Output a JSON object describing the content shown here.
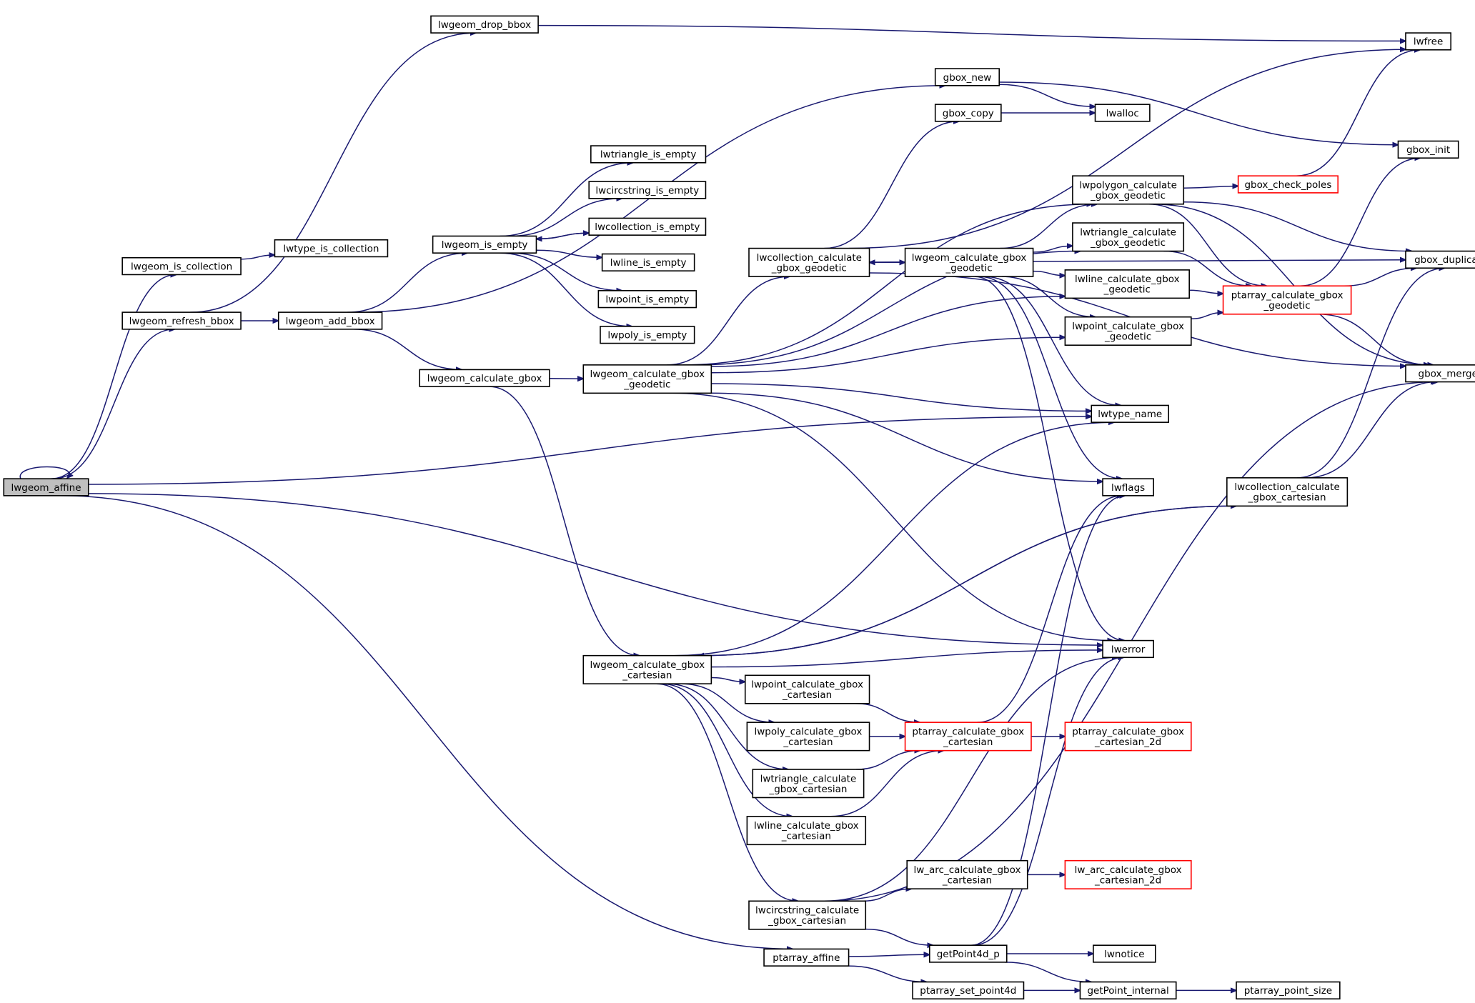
{
  "graph": {
    "nodes": [
      {
        "id": "lwgeom_affine",
        "lines": [
          "lwgeom_affine"
        ],
        "style": "root"
      },
      {
        "id": "lwgeom_drop_bbox",
        "lines": [
          "lwgeom_drop_bbox"
        ]
      },
      {
        "id": "lwfree",
        "lines": [
          "lwfree"
        ]
      },
      {
        "id": "gbox_new",
        "lines": [
          "gbox_new"
        ]
      },
      {
        "id": "lwalloc",
        "lines": [
          "lwalloc"
        ]
      },
      {
        "id": "gbox_copy",
        "lines": [
          "gbox_copy"
        ]
      },
      {
        "id": "gbox_init",
        "lines": [
          "gbox_init"
        ]
      },
      {
        "id": "lwtriangle_is_empty",
        "lines": [
          "lwtriangle_is_empty"
        ]
      },
      {
        "id": "lwcircstring_is_empty",
        "lines": [
          "lwcircstring_is_empty"
        ]
      },
      {
        "id": "lwcollection_is_empty",
        "lines": [
          "lwcollection_is_empty"
        ]
      },
      {
        "id": "lwline_is_empty",
        "lines": [
          "lwline_is_empty"
        ]
      },
      {
        "id": "lwpoint_is_empty",
        "lines": [
          "lwpoint_is_empty"
        ]
      },
      {
        "id": "lwpoly_is_empty",
        "lines": [
          "lwpoly_is_empty"
        ]
      },
      {
        "id": "lwgeom_is_empty",
        "lines": [
          "lwgeom_is_empty"
        ]
      },
      {
        "id": "lwtype_is_collection",
        "lines": [
          "lwtype_is_collection"
        ]
      },
      {
        "id": "lwgeom_is_collection",
        "lines": [
          "lwgeom_is_collection"
        ]
      },
      {
        "id": "lwgeom_refresh_bbox",
        "lines": [
          "lwgeom_refresh_bbox"
        ]
      },
      {
        "id": "lwgeom_add_bbox",
        "lines": [
          "lwgeom_add_bbox"
        ]
      },
      {
        "id": "lwgeom_calculate_gbox",
        "lines": [
          "lwgeom_calculate_gbox"
        ]
      },
      {
        "id": "lwgeom_calculate_gbox_geodetic",
        "lines": [
          "lwgeom_calculate_gbox",
          "_geodetic"
        ]
      },
      {
        "id": "lwcollection_calculate_gbox_geodetic",
        "lines": [
          "lwcollection_calculate",
          "_gbox_geodetic"
        ]
      },
      {
        "id": "lwgeom_calculate_gbox_geodetic2",
        "lines": [
          "lwgeom_calculate_gbox",
          "_geodetic"
        ]
      },
      {
        "id": "lwpolygon_calculate_gbox_geodetic",
        "lines": [
          "lwpolygon_calculate",
          "_gbox_geodetic"
        ]
      },
      {
        "id": "lwtriangle_calculate_gbox_geodetic",
        "lines": [
          "lwtriangle_calculate",
          "_gbox_geodetic"
        ]
      },
      {
        "id": "lwline_calculate_gbox_geodetic",
        "lines": [
          "lwline_calculate_gbox",
          "_geodetic"
        ]
      },
      {
        "id": "lwpoint_calculate_gbox_geodetic",
        "lines": [
          "lwpoint_calculate_gbox",
          "_geodetic"
        ]
      },
      {
        "id": "gbox_check_poles",
        "lines": [
          "gbox_check_poles"
        ],
        "style": "red"
      },
      {
        "id": "ptarray_calculate_gbox_geodetic",
        "lines": [
          "ptarray_calculate_gbox",
          "_geodetic"
        ],
        "style": "red"
      },
      {
        "id": "gbox_duplicate",
        "lines": [
          "gbox_duplicate"
        ]
      },
      {
        "id": "gbox_merge",
        "lines": [
          "gbox_merge"
        ]
      },
      {
        "id": "lwtype_name",
        "lines": [
          "lwtype_name"
        ]
      },
      {
        "id": "lwflags",
        "lines": [
          "lwflags"
        ]
      },
      {
        "id": "lwcollection_calculate_gbox_cartesian",
        "lines": [
          "lwcollection_calculate",
          "_gbox_cartesian"
        ]
      },
      {
        "id": "lwerror",
        "lines": [
          "lwerror"
        ]
      },
      {
        "id": "lwgeom_calculate_gbox_cartesian",
        "lines": [
          "lwgeom_calculate_gbox",
          "_cartesian"
        ]
      },
      {
        "id": "lwpoint_calculate_gbox_cartesian",
        "lines": [
          "lwpoint_calculate_gbox",
          "_cartesian"
        ]
      },
      {
        "id": "lwpoly_calculate_gbox_cartesian",
        "lines": [
          "lwpoly_calculate_gbox",
          "_cartesian"
        ]
      },
      {
        "id": "lwtriangle_calculate_gbox_cartesian",
        "lines": [
          "lwtriangle_calculate",
          "_gbox_cartesian"
        ]
      },
      {
        "id": "lwline_calculate_gbox_cartesian",
        "lines": [
          "lwline_calculate_gbox",
          "_cartesian"
        ]
      },
      {
        "id": "ptarray_calculate_gbox_cartesian",
        "lines": [
          "ptarray_calculate_gbox",
          "_cartesian"
        ],
        "style": "red"
      },
      {
        "id": "ptarray_calculate_gbox_cartesian_2d",
        "lines": [
          "ptarray_calculate_gbox",
          "_cartesian_2d"
        ],
        "style": "red"
      },
      {
        "id": "lw_arc_calculate_gbox_cartesian",
        "lines": [
          "lw_arc_calculate_gbox",
          "_cartesian"
        ]
      },
      {
        "id": "lw_arc_calculate_gbox_cartesian_2d",
        "lines": [
          "lw_arc_calculate_gbox",
          "_cartesian_2d"
        ],
        "style": "red"
      },
      {
        "id": "lwcircstring_calculate_gbox_cartesian",
        "lines": [
          "lwcircstring_calculate",
          "_gbox_cartesian"
        ]
      },
      {
        "id": "ptarray_affine",
        "lines": [
          "ptarray_affine"
        ]
      },
      {
        "id": "getPoint4d_p",
        "lines": [
          "getPoint4d_p"
        ]
      },
      {
        "id": "lwnotice",
        "lines": [
          "lwnotice"
        ]
      },
      {
        "id": "ptarray_set_point4d",
        "lines": [
          "ptarray_set_point4d"
        ]
      },
      {
        "id": "getPoint_internal",
        "lines": [
          "getPoint_internal"
        ]
      },
      {
        "id": "ptarray_point_size",
        "lines": [
          "ptarray_point_size"
        ]
      }
    ],
    "edges": [
      [
        "lwgeom_affine",
        "lwgeom_affine"
      ],
      [
        "lwgeom_affine",
        "lwgeom_is_collection"
      ],
      [
        "lwgeom_affine",
        "lwgeom_refresh_bbox"
      ],
      [
        "lwgeom_affine",
        "lwtype_name"
      ],
      [
        "lwgeom_affine",
        "lwerror"
      ],
      [
        "lwgeom_affine",
        "ptarray_affine"
      ],
      [
        "lwgeom_drop_bbox",
        "lwfree"
      ],
      [
        "lwgeom_is_collection",
        "lwtype_is_collection"
      ],
      [
        "lwgeom_refresh_bbox",
        "lwgeom_drop_bbox"
      ],
      [
        "lwgeom_refresh_bbox",
        "lwgeom_add_bbox"
      ],
      [
        "lwgeom_add_bbox",
        "gbox_new"
      ],
      [
        "lwgeom_add_bbox",
        "lwgeom_is_empty"
      ],
      [
        "lwgeom_add_bbox",
        "lwgeom_calculate_gbox"
      ],
      [
        "lwgeom_is_empty",
        "lwtriangle_is_empty"
      ],
      [
        "lwgeom_is_empty",
        "lwcircstring_is_empty"
      ],
      [
        "lwgeom_is_empty",
        "lwcollection_is_empty"
      ],
      [
        "lwgeom_is_empty",
        "lwline_is_empty"
      ],
      [
        "lwgeom_is_empty",
        "lwpoint_is_empty"
      ],
      [
        "lwgeom_is_empty",
        "lwpoly_is_empty"
      ],
      [
        "lwcollection_is_empty",
        "lwgeom_is_empty"
      ],
      [
        "gbox_new",
        "lwalloc"
      ],
      [
        "gbox_new",
        "gbox_init"
      ],
      [
        "gbox_copy",
        "lwalloc"
      ],
      [
        "lwgeom_calculate_gbox",
        "lwgeom_calculate_gbox_geodetic"
      ],
      [
        "lwgeom_calculate_gbox",
        "lwgeom_calculate_gbox_cartesian"
      ],
      [
        "lwgeom_calculate_gbox_geodetic",
        "lwcollection_calculate_gbox_geodetic"
      ],
      [
        "lwgeom_calculate_gbox_geodetic",
        "lwpolygon_calculate_gbox_geodetic"
      ],
      [
        "lwgeom_calculate_gbox_geodetic",
        "lwtriangle_calculate_gbox_geodetic"
      ],
      [
        "lwgeom_calculate_gbox_geodetic",
        "lwline_calculate_gbox_geodetic"
      ],
      [
        "lwgeom_calculate_gbox_geodetic",
        "lwpoint_calculate_gbox_geodetic"
      ],
      [
        "lwgeom_calculate_gbox_geodetic",
        "lwtype_name"
      ],
      [
        "lwgeom_calculate_gbox_geodetic",
        "lwflags"
      ],
      [
        "lwgeom_calculate_gbox_geodetic",
        "lwerror"
      ],
      [
        "lwcollection_calculate_gbox_geodetic",
        "lwfree"
      ],
      [
        "lwcollection_calculate_gbox_geodetic",
        "gbox_copy"
      ],
      [
        "lwcollection_calculate_gbox_geodetic",
        "gbox_duplicate"
      ],
      [
        "lwcollection_calculate_gbox_geodetic",
        "lwgeom_calculate_gbox_geodetic2"
      ],
      [
        "lwcollection_calculate_gbox_geodetic",
        "gbox_merge"
      ],
      [
        "lwgeom_calculate_gbox_geodetic2",
        "lwcollection_calculate_gbox_geodetic"
      ],
      [
        "lwgeom_calculate_gbox_geodetic2",
        "lwpolygon_calculate_gbox_geodetic"
      ],
      [
        "lwgeom_calculate_gbox_geodetic2",
        "lwtriangle_calculate_gbox_geodetic"
      ],
      [
        "lwgeom_calculate_gbox_geodetic2",
        "lwline_calculate_gbox_geodetic"
      ],
      [
        "lwgeom_calculate_gbox_geodetic2",
        "lwpoint_calculate_gbox_geodetic"
      ],
      [
        "lwgeom_calculate_gbox_geodetic2",
        "lwtype_name"
      ],
      [
        "lwgeom_calculate_gbox_geodetic2",
        "lwflags"
      ],
      [
        "lwgeom_calculate_gbox_geodetic2",
        "lwerror"
      ],
      [
        "lwpolygon_calculate_gbox_geodetic",
        "gbox_check_poles"
      ],
      [
        "lwpolygon_calculate_gbox_geodetic",
        "ptarray_calculate_gbox_geodetic"
      ],
      [
        "lwpolygon_calculate_gbox_geodetic",
        "gbox_duplicate"
      ],
      [
        "lwpolygon_calculate_gbox_geodetic",
        "gbox_merge"
      ],
      [
        "lwtriangle_calculate_gbox_geodetic",
        "ptarray_calculate_gbox_geodetic"
      ],
      [
        "lwline_calculate_gbox_geodetic",
        "ptarray_calculate_gbox_geodetic"
      ],
      [
        "lwpoint_calculate_gbox_geodetic",
        "ptarray_calculate_gbox_geodetic"
      ],
      [
        "gbox_check_poles",
        "lwfree"
      ],
      [
        "ptarray_calculate_gbox_geodetic",
        "gbox_init"
      ],
      [
        "ptarray_calculate_gbox_geodetic",
        "gbox_duplicate"
      ],
      [
        "ptarray_calculate_gbox_geodetic",
        "gbox_merge"
      ],
      [
        "lwgeom_calculate_gbox_cartesian",
        "lwtype_name"
      ],
      [
        "lwgeom_calculate_gbox_cartesian",
        "lwcollection_calculate_gbox_cartesian"
      ],
      [
        "lwgeom_calculate_gbox_cartesian",
        "lwerror"
      ],
      [
        "lwgeom_calculate_gbox_cartesian",
        "lwpoint_calculate_gbox_cartesian"
      ],
      [
        "lwgeom_calculate_gbox_cartesian",
        "lwpoly_calculate_gbox_cartesian"
      ],
      [
        "lwgeom_calculate_gbox_cartesian",
        "lwtriangle_calculate_gbox_cartesian"
      ],
      [
        "lwgeom_calculate_gbox_cartesian",
        "lwline_calculate_gbox_cartesian"
      ],
      [
        "lwgeom_calculate_gbox_cartesian",
        "lwcircstring_calculate_gbox_cartesian"
      ],
      [
        "lwcollection_calculate_gbox_cartesian",
        "lwgeom_calculate_gbox_cartesian"
      ],
      [
        "lwcollection_calculate_gbox_cartesian",
        "gbox_duplicate"
      ],
      [
        "lwcollection_calculate_gbox_cartesian",
        "gbox_merge"
      ],
      [
        "lwpoint_calculate_gbox_cartesian",
        "ptarray_calculate_gbox_cartesian"
      ],
      [
        "lwpoly_calculate_gbox_cartesian",
        "ptarray_calculate_gbox_cartesian"
      ],
      [
        "lwtriangle_calculate_gbox_cartesian",
        "ptarray_calculate_gbox_cartesian"
      ],
      [
        "lwline_calculate_gbox_cartesian",
        "ptarray_calculate_gbox_cartesian"
      ],
      [
        "ptarray_calculate_gbox_cartesian",
        "lwflags"
      ],
      [
        "ptarray_calculate_gbox_cartesian",
        "ptarray_calculate_gbox_cartesian_2d"
      ],
      [
        "lwcircstring_calculate_gbox_cartesian",
        "lwerror"
      ],
      [
        "lwcircstring_calculate_gbox_cartesian",
        "lw_arc_calculate_gbox_cartesian"
      ],
      [
        "lwcircstring_calculate_gbox_cartesian",
        "gbox_merge"
      ],
      [
        "lwcircstring_calculate_gbox_cartesian",
        "getPoint4d_p"
      ],
      [
        "lw_arc_calculate_gbox_cartesian",
        "lw_arc_calculate_gbox_cartesian_2d"
      ],
      [
        "ptarray_affine",
        "getPoint4d_p"
      ],
      [
        "ptarray_affine",
        "ptarray_set_point4d"
      ],
      [
        "getPoint4d_p",
        "lwflags"
      ],
      [
        "getPoint4d_p",
        "lwerror"
      ],
      [
        "getPoint4d_p",
        "lwnotice"
      ],
      [
        "getPoint4d_p",
        "getPoint_internal"
      ],
      [
        "ptarray_set_point4d",
        "getPoint_internal"
      ],
      [
        "getPoint_internal",
        "ptarray_point_size"
      ]
    ]
  }
}
